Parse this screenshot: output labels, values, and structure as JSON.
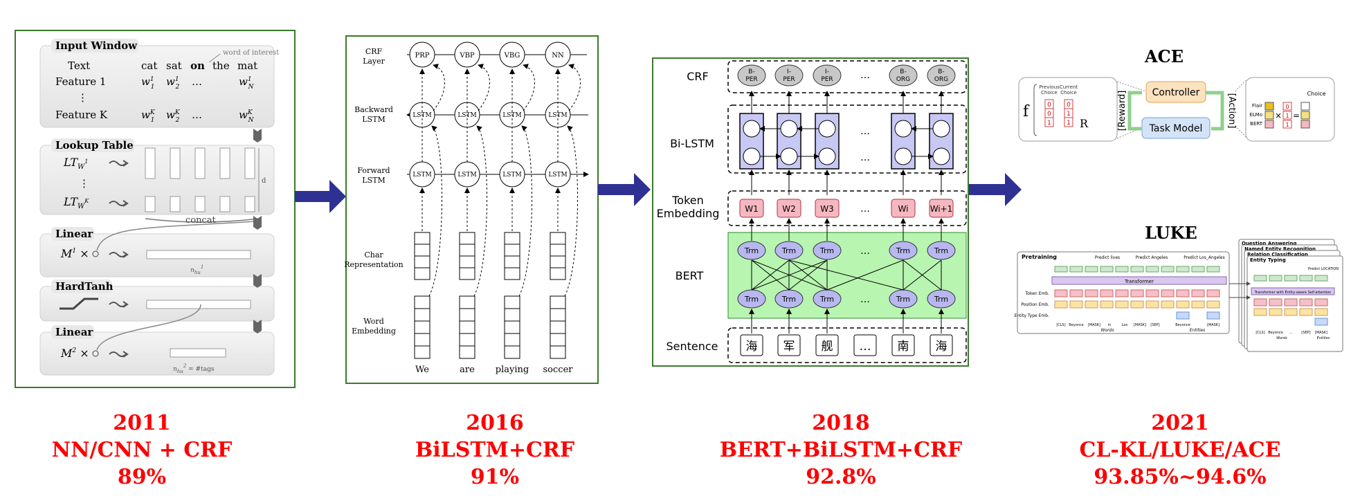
{
  "panel1": {
    "input_window_title": "Input Window",
    "word_of_interest": "word of interest",
    "text_label": "Text",
    "words": [
      "cat",
      "sat",
      "on",
      "the",
      "mat"
    ],
    "feature1_label": "Feature 1",
    "featurek_label": "Feature K",
    "lookup_title": "Lookup Table",
    "concat_label": "concat",
    "linear_title": "Linear",
    "hardtanh_title": "HardTanh",
    "linear2_title": "Linear",
    "dim_label": "d",
    "ellipsis": "…",
    "vdots": "⋮",
    "lt_w": "LT",
    "lt_sub1": "W",
    "lt_sup1": "1",
    "lt_supk": "K",
    "m1": "M",
    "m1_sup": "1",
    "m2_sup": "2",
    "times": "×",
    "nhu1": "n",
    "nhu1_sub": "hu",
    "nhu1_sup": "1",
    "nhu2_sup": "2",
    "tags_eq": "= #tags",
    "w_sym": "w",
    "n_sym": "N"
  },
  "panel2": {
    "crf_label_1": "CRF",
    "crf_label_2": "Layer",
    "tags": [
      "PRP",
      "VBP",
      "VBG",
      "NN"
    ],
    "backward_1": "Backward",
    "backward_2": "LSTM",
    "forward_1": "Forward",
    "forward_2": "LSTM",
    "lstm": "LSTM",
    "char_1": "Char",
    "char_2": "Representation",
    "word_1": "Word",
    "word_2": "Embedding",
    "words": [
      "We",
      "are",
      "playing",
      "soccer"
    ]
  },
  "panel3": {
    "crf": "CRF",
    "bilstm": "Bi-LSTM",
    "token_1": "Token",
    "token_2": "Embedding",
    "bert": "BERT",
    "sentence": "Sentence",
    "crf_tags": [
      [
        "B-",
        "PER"
      ],
      [
        "I-",
        "PER"
      ],
      [
        "I-",
        "PER"
      ],
      [
        "B-",
        "ORG"
      ],
      [
        "B-",
        "ORG"
      ]
    ],
    "tokens": [
      "W1",
      "W2",
      "W3",
      "Wi",
      "Wi+1"
    ],
    "trm": "Trm",
    "chars": [
      "海",
      "军",
      "舰",
      "…",
      "南",
      "海"
    ],
    "dots": "…"
  },
  "panel4": {
    "ace_title": "ACE",
    "luke_title": "LUKE",
    "controller": "Controller",
    "task_model": "Task Model",
    "reward": "[Reward]",
    "action": "[Action]",
    "f": "f",
    "r": "R",
    "prev_choice_1": "Previous",
    "prev_choice_2": "Choice",
    "cur_choice_1": "Current",
    "cur_choice_2": "Choice",
    "choice": "Choice",
    "emb_names": [
      "Flair",
      "ELMo",
      "BERT"
    ],
    "bits_prev": [
      "0",
      "0",
      "1"
    ],
    "bits_cur": [
      "0",
      "1",
      "1"
    ],
    "bits_choice": [
      "0",
      "1",
      "1"
    ],
    "pretraining": "Pretraining",
    "tasks": [
      "Question Answering",
      "Named Entity Recognition",
      "Relation Classification",
      "Entity Typing"
    ],
    "transformer": "Transformer",
    "transformer_ent": "Transformer with Entity-aware Self-attention",
    "row_labels": [
      "Token Emb.",
      "Position Emb.",
      "Entity Type Emb."
    ],
    "predict": [
      "Predict lives",
      "Predict Angeles",
      "Predict Los_Angeles",
      "Predict LOCATION"
    ],
    "words_label": "Words",
    "entities_label": "Entities",
    "seq": [
      "[CLS]",
      "Beyonce",
      "[MASK]",
      "in",
      "Los",
      "[MASK]",
      "[SEP]",
      "Beyonce",
      "[MASK]"
    ],
    "seq2": [
      "[CLS]",
      "Beyonce",
      "...",
      "[SEP]",
      "[MASK]"
    ]
  },
  "timeline": [
    {
      "year": "2011",
      "model": "NN/CNN + CRF",
      "score": "89%"
    },
    {
      "year": "2016",
      "model": "BiLSTM+CRF",
      "score": "91%"
    },
    {
      "year": "2018",
      "model": "BERT+BiLSTM+CRF",
      "score": "92.8%"
    },
    {
      "year": "2021",
      "model": "CL-KL/LUKE/ACE",
      "score": "93.85%~94.6%"
    }
  ],
  "colors": {
    "era_text": "#ff0000",
    "arrow": "#2e3192",
    "frame_border": "#3a7a2a",
    "bert_bg": "#b8f5b0",
    "lstm_cell": "#c8c8f5",
    "token_fill": "#f5b8c0",
    "trm_fill": "#b8b8f0"
  }
}
